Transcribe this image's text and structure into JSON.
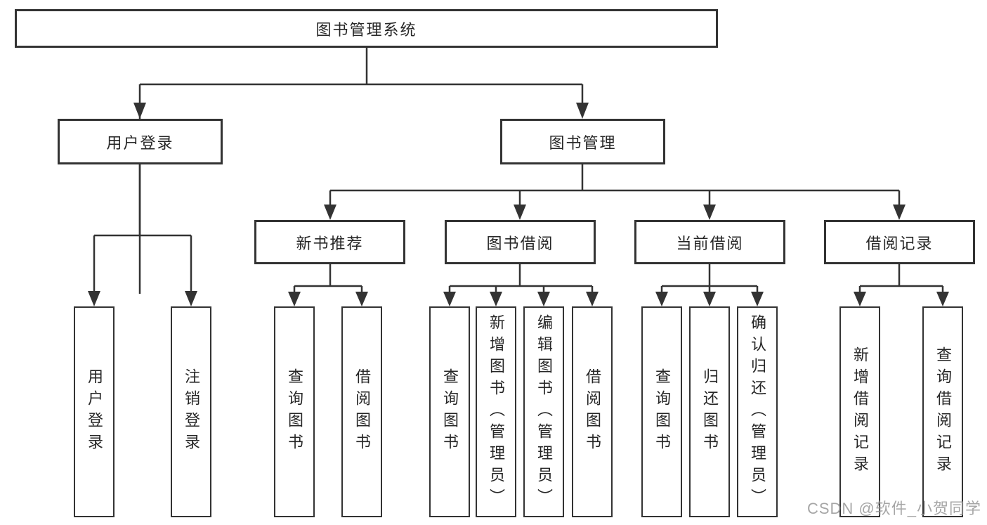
{
  "colors": {
    "line": "#333333",
    "box_border": "#333333",
    "box_fill": "#ffffff",
    "text": "#262626",
    "background": "#ffffff",
    "watermark_gray": "#969696"
  },
  "watermark": "CSDN @软件_小贺同学",
  "tree": {
    "label": "图书管理系统",
    "children": [
      {
        "label": "用户登录",
        "children": [
          {
            "label": "用户登录"
          },
          {
            "label": "注销登录"
          }
        ]
      },
      {
        "label": "图书管理",
        "children": [
          {
            "label": "新书推荐",
            "children": [
              {
                "label": "查询图书"
              },
              {
                "label": "借阅图书"
              }
            ]
          },
          {
            "label": "图书借阅",
            "children": [
              {
                "label": "查询图书"
              },
              {
                "label": "新增图书（管理员）"
              },
              {
                "label": "编辑图书（管理员）"
              },
              {
                "label": "借阅图书"
              }
            ]
          },
          {
            "label": "当前借阅",
            "children": [
              {
                "label": "查询图书"
              },
              {
                "label": "归还图书"
              },
              {
                "label": "确认归还（管理员）"
              }
            ]
          },
          {
            "label": "借阅记录",
            "children": [
              {
                "label": "新增借阅记录"
              },
              {
                "label": "查询借阅记录"
              }
            ]
          }
        ]
      }
    ]
  }
}
